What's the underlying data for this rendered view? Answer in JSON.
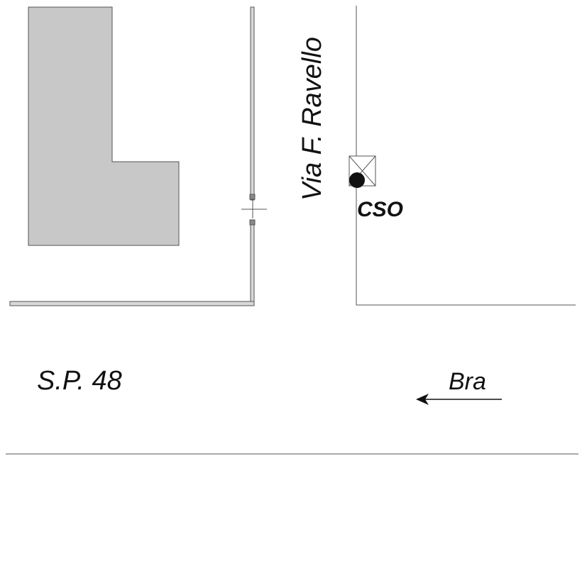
{
  "labels": {
    "street": "Via F. Ravello",
    "marker": "CSO",
    "road": "S.P. 48",
    "direction": "Bra"
  },
  "colors": {
    "building": "#c8c8c8",
    "line": "#555555",
    "wall_fill": "#d8d8d8",
    "marker": "#111111"
  },
  "icons": {
    "marker": "filled-circle-icon",
    "cabinet": "crossed-box-icon",
    "arrow": "arrow-left-icon"
  }
}
